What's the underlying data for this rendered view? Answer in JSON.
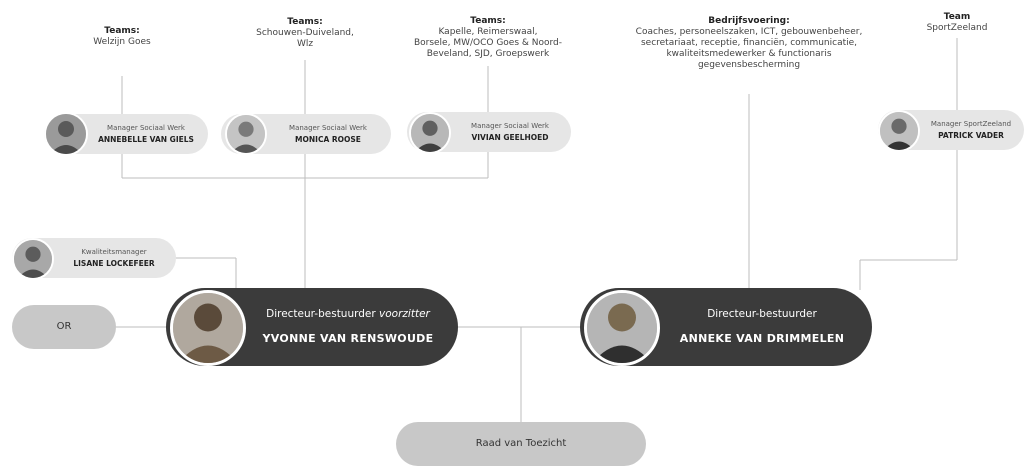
{
  "teams": [
    {
      "title": "Teams:",
      "lines": "Welzijn Goes"
    },
    {
      "title": "Teams:",
      "lines": "Schouwen-Duiveland,\nWlz"
    },
    {
      "title": "Teams:",
      "lines": "Kapelle, Reimerswaal,\nBorsele, MW/OCO Goes & Noord-\nBeveland, SJD, Groepswerk"
    },
    {
      "title": "Bedrijfsvoering:",
      "lines": "Coaches, personeelszaken, ICT, gebouwenbeheer,\nsecretariaat, receptie, financiën, communicatie,\nkwaliteitsmedewerker & functionaris\ngegevensbescherming"
    },
    {
      "title": "Team",
      "lines": "SportZeeland"
    }
  ],
  "managers": [
    {
      "role": "Manager Sociaal Werk",
      "name": "ANNEBELLE VAN GIELS"
    },
    {
      "role": "Manager Sociaal Werk",
      "name": "MONICA ROOSE"
    },
    {
      "role": "Manager Sociaal Werk",
      "name": "VIVIAN GEELHOED"
    },
    {
      "role": "Manager SportZeeland",
      "name": "PATRICK VADER"
    },
    {
      "role": "Kwaliteitsmanager",
      "name": "LISANE LOCKEFEER"
    }
  ],
  "directors": [
    {
      "role": "Directeur-bestuurder",
      "role_italic": "voorzitter",
      "name": "YVONNE VAN RENSWOUDE"
    },
    {
      "role": "Directeur-bestuurder",
      "role_italic": "",
      "name": "ANNEKE VAN DRIMMELEN"
    }
  ],
  "or_label": "OR",
  "raad_label": "Raad van Toezicht",
  "colors": {
    "pill": "#e6e6e6",
    "dark": "#3b3b3b",
    "gray": "#c8c8c8",
    "line": "#bdbdbd"
  }
}
